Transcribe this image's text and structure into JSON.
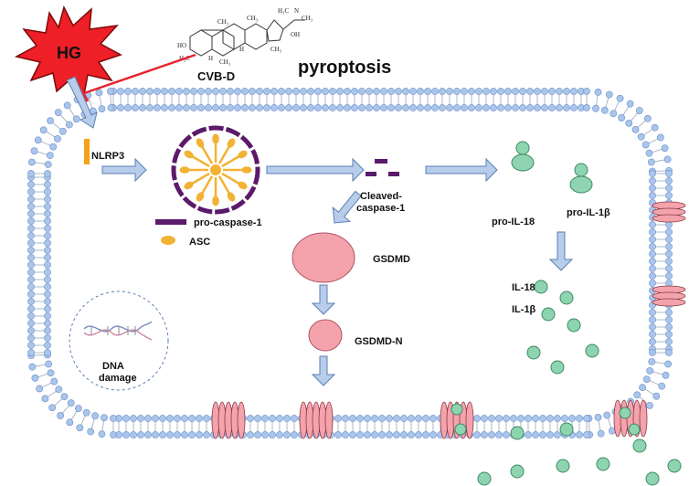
{
  "title": "pyroptosis",
  "trigger": {
    "label": "HG",
    "color": "#ee1f26"
  },
  "inhibitor": {
    "label": "CVB-D",
    "structure_atoms": [
      "H₃C",
      "N",
      "CH₃",
      "OH",
      "CH₃",
      "H",
      "CH₃",
      "CH₃",
      "HO",
      "H₃C",
      "H",
      "CH₃"
    ]
  },
  "components": {
    "nlrp3": "NLRP3",
    "pro_caspase": "pro-caspase-1",
    "asc": "ASC",
    "cleaved_caspase": [
      "Cleaved-",
      "caspase-1"
    ],
    "pro_il18": "pro-IL-18",
    "pro_il1b": "pro-IL-1β",
    "gsdmd": "GSDMD",
    "gsdmd_n": "GSDMD-N",
    "il18": "IL-18",
    "il1b": "IL-1β",
    "dna": [
      "DNA",
      "damage"
    ]
  },
  "colors": {
    "membrane_head": "#a9c5ec",
    "membrane_edge": "#6b8fc7",
    "arrow_fill": "#b7cdea",
    "arrow_stroke": "#5b7fb5",
    "nlrp3": "#f5a21b",
    "caspase": "#5b1a6b",
    "asc": "#f2b233",
    "gsdmd": "#f4a3ad",
    "il_green": "#8fd4b0",
    "inhibit_line": "#e8232f"
  }
}
